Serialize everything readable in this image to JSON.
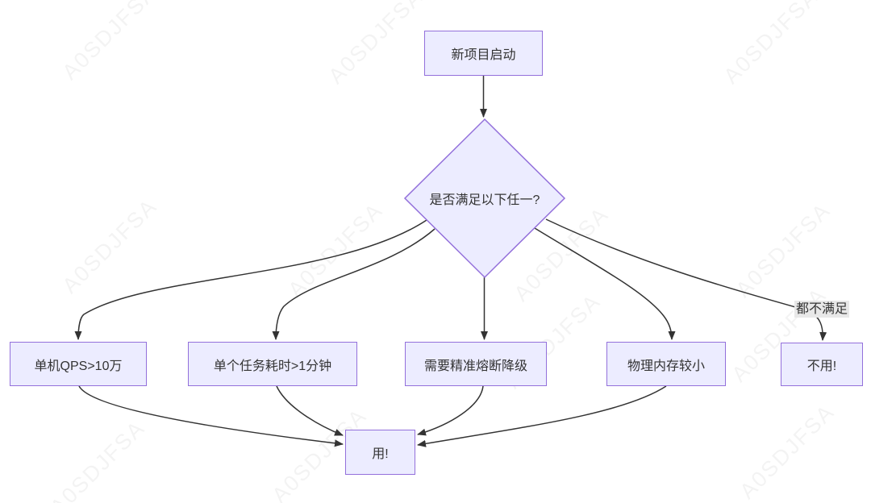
{
  "diagram": {
    "nodes": {
      "start": {
        "label": "新项目启动"
      },
      "decision": {
        "label": "是否满足以下任一?"
      },
      "qps": {
        "label": "单机QPS>10万"
      },
      "task": {
        "label": "单个任务耗时>1分钟"
      },
      "fuse": {
        "label": "需要精准熔断降级"
      },
      "memory": {
        "label": "物理内存较小"
      },
      "no_use": {
        "label": "不用!"
      },
      "use": {
        "label": "用!"
      }
    },
    "edge_labels": {
      "none_matched": "都不满足"
    },
    "colors": {
      "node_fill": "#ECECFF",
      "node_border": "#9370DB",
      "edge": "#333333",
      "text": "#333333",
      "edge_label_bg": "#e8e8e8",
      "canvas_bg": "#ffffff"
    }
  },
  "watermark": {
    "text": "A0SDJFSA"
  }
}
